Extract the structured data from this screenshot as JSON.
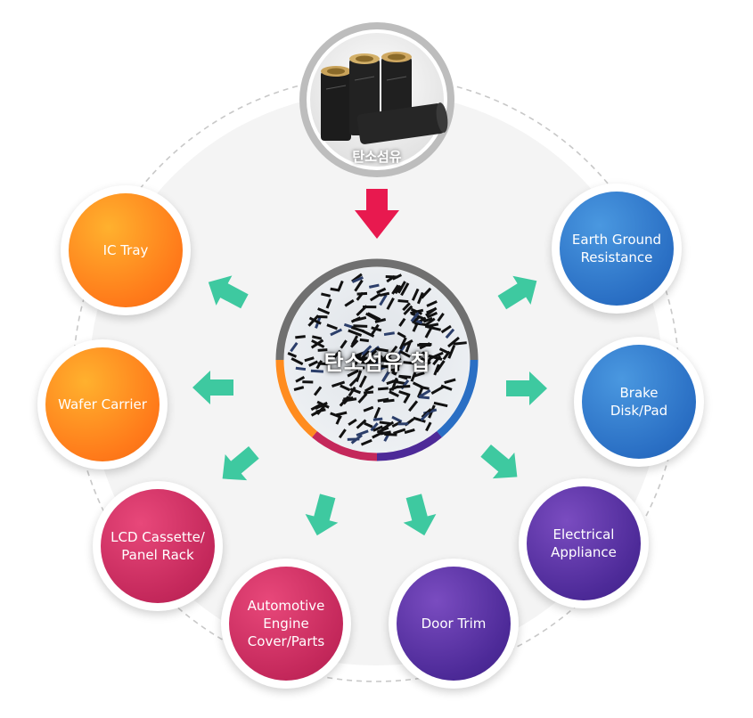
{
  "top_node": {
    "label": "탄소섬유"
  },
  "center_node": {
    "label": "탄소섬유 칩"
  },
  "applications": [
    {
      "id": "ic-tray",
      "label": "IC Tray",
      "color": "#ff8c1f"
    },
    {
      "id": "wafer-carrier",
      "label": "Wafer Carrier",
      "color": "#ff8c1f"
    },
    {
      "id": "lcd-cassette",
      "label": "LCD Cassette/\nPanel Rack",
      "color": "#c4285b"
    },
    {
      "id": "automotive",
      "label": "Automotive\nEngine\nCover/Parts",
      "color": "#c4285b"
    },
    {
      "id": "door-trim",
      "label": "Door Trim",
      "color": "#4d2a98"
    },
    {
      "id": "electrical",
      "label": "Electrical\nAppliance",
      "color": "#4d2a98"
    },
    {
      "id": "brake",
      "label": "Brake Disk/Pad",
      "color": "#2a6fc4"
    },
    {
      "id": "earth-ground",
      "label": "Earth Ground\nResistance",
      "color": "#2a6fc4"
    }
  ],
  "colors": {
    "down_arrow": "#e8194f",
    "out_arrows": "#3ec9a0",
    "ring_gray": "#707070",
    "ring_orange": "#ff8c1f",
    "ring_pink": "#c4285b",
    "ring_purple": "#4d2a98",
    "ring_blue": "#2a6fc4"
  }
}
